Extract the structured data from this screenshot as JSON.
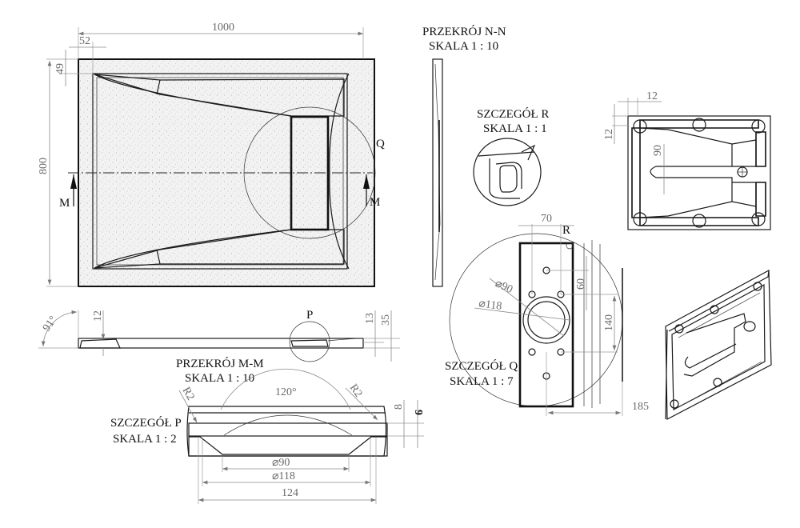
{
  "drawing": {
    "title": "Shower tray technical drawing",
    "main_view": {
      "width_dim": "1000",
      "height_dim": "800",
      "margin_x_dim": "52",
      "margin_y_dim": "49",
      "section_marker_left": "M",
      "section_marker_right": "M",
      "detail_circle_label": "Q"
    },
    "section_m": {
      "title": "PRZEKRÓJ M-M",
      "scale": "SKALA 1 : 10",
      "angle_dim": "91°",
      "dim_12": "12",
      "dim_13": "13",
      "dim_35": "35",
      "detail_circle_label": "P"
    },
    "section_n": {
      "title": "PRZEKRÓJ N-N",
      "scale": "SKALA 1 : 10"
    },
    "detail_r": {
      "title": "SZCZEGÓŁ R",
      "scale": "SKALA 1 : 1"
    },
    "detail_q": {
      "title": "SZCZEGÓŁ Q",
      "scale": "SKALA 1 : 7",
      "dim_70": "70",
      "dim_60": "60",
      "dim_140": "140",
      "dim_185": "185",
      "dim_d90": "⌀90",
      "dim_d118": "⌀118",
      "corner_label": "R"
    },
    "detail_p": {
      "title": "SZCZEGÓŁ P",
      "scale": "SKALA 1 : 2",
      "angle_dim": "120°",
      "radius_left": "R2",
      "radius_right": "R2",
      "dim_8": "8",
      "dim_9": "9",
      "dim_d90": "⌀90",
      "dim_d118": "⌀118",
      "dim_124": "124"
    },
    "underside_view": {
      "dim_12_h": "12",
      "dim_12_v": "12",
      "dim_90": "90"
    }
  }
}
